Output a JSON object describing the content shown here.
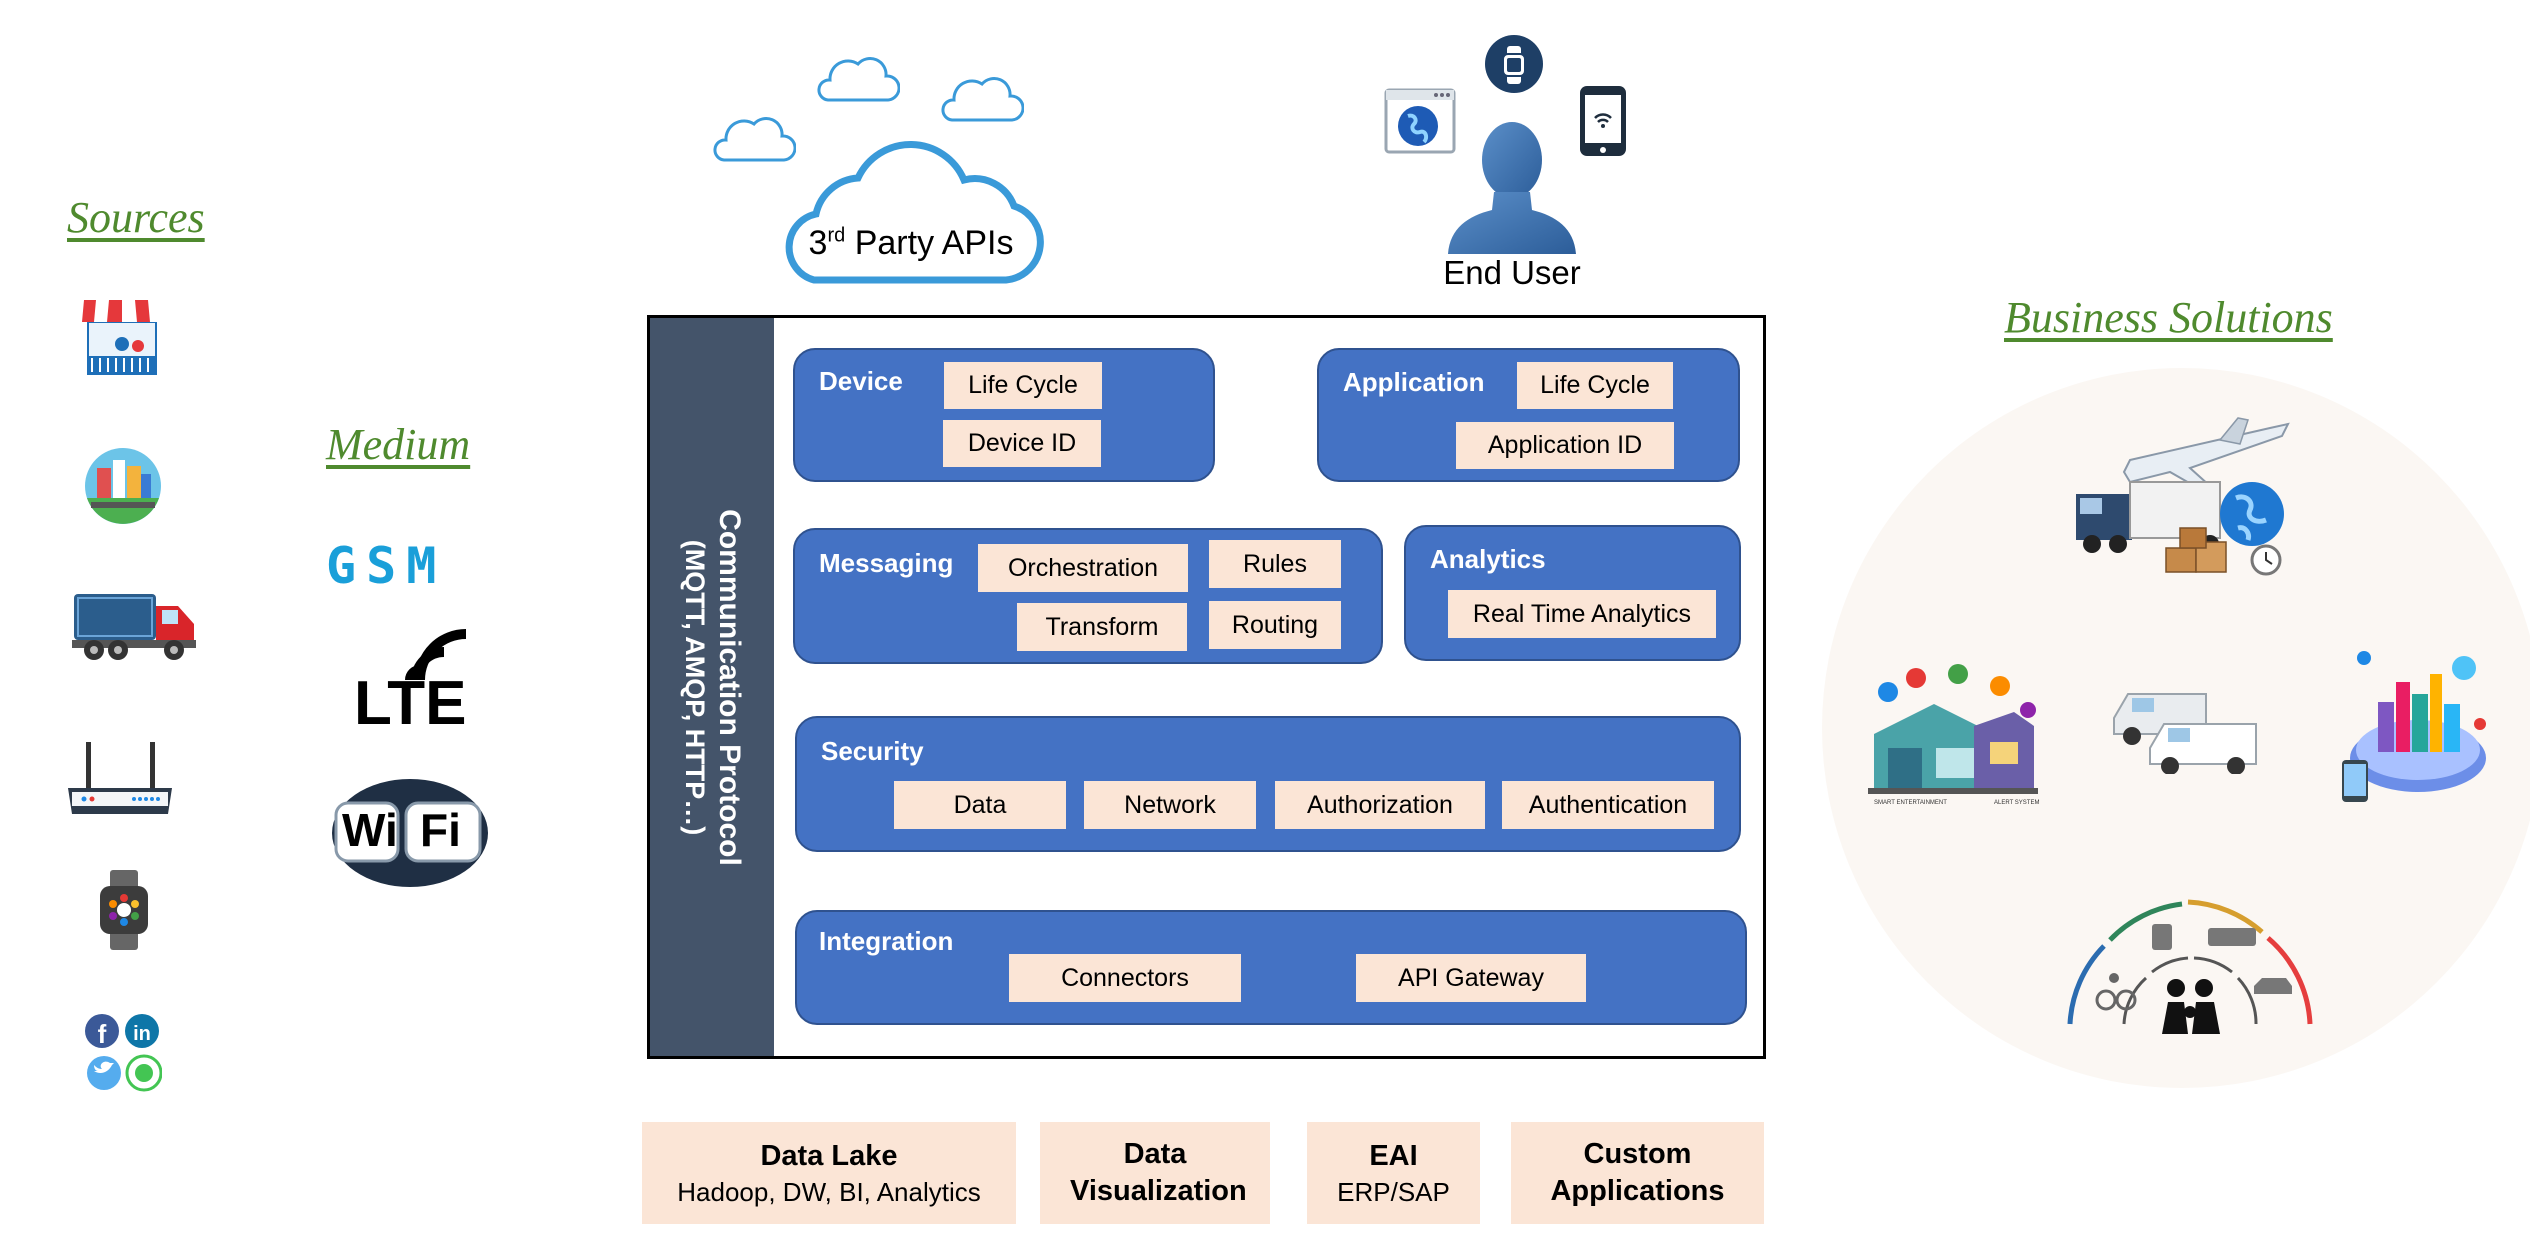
{
  "sources": {
    "title": "Sources",
    "icons": [
      "market-stall-icon",
      "city-globe-icon",
      "delivery-truck-icon",
      "router-icon",
      "smartwatch-icon",
      "social-media-icon"
    ]
  },
  "medium": {
    "title": "Medium",
    "gsm": "GSM",
    "lte": "LTE",
    "wifi_left": "Wi",
    "wifi_right": "Fi"
  },
  "cloud": {
    "label_prefix": "3",
    "label_sup": "rd",
    "label_suffix": " Party APIs"
  },
  "end_user": {
    "label": "End User"
  },
  "business": {
    "title": "Business Solutions",
    "icons": [
      "logistics-icon",
      "smart-home-icon",
      "vans-icon",
      "smart-city-icon",
      "transport-modes-icon"
    ]
  },
  "protocol": {
    "title": "Communication Protocol",
    "subtitle": "(MQTT, AMQP, HTTP…)"
  },
  "modules": {
    "device": {
      "title": "Device",
      "chips": [
        "Life Cycle",
        "Device ID"
      ]
    },
    "application": {
      "title": "Application",
      "chips": [
        "Life Cycle",
        "Application ID"
      ]
    },
    "messaging": {
      "title": "Messaging",
      "chips": [
        "Orchestration",
        "Rules",
        "Transform",
        "Routing"
      ]
    },
    "analytics": {
      "title": "Analytics",
      "chips": [
        "Real Time Analytics"
      ]
    },
    "security": {
      "title": "Security",
      "chips": [
        "Data",
        "Network",
        "Authorization",
        "Authentication"
      ]
    },
    "integration": {
      "title": "Integration",
      "chips": [
        "Connectors",
        "API Gateway"
      ]
    }
  },
  "destinations": [
    {
      "title": "Data Lake",
      "sub": "Hadoop, DW, BI, Analytics"
    },
    {
      "title": "Data Visualization",
      "sub": ""
    },
    {
      "title": "EAI",
      "sub": "ERP/SAP"
    },
    {
      "title": "Custom Applications",
      "sub": ""
    }
  ],
  "colors": {
    "module_blue": "#4472c4",
    "chip_peach": "#fbe5d6",
    "protocol_slate": "#44546a",
    "title_green": "#4f8a2e",
    "cloud_blue": "#3a9ad9"
  }
}
